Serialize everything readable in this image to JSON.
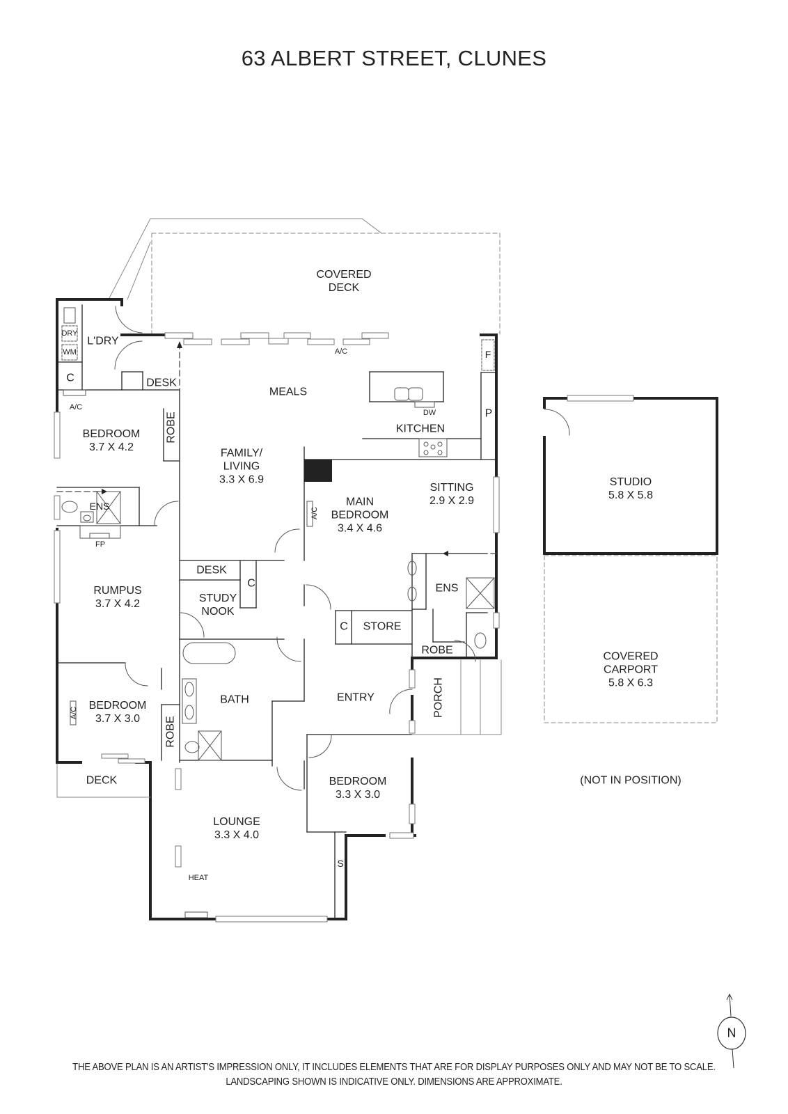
{
  "title": "63 ALBERT STREET, CLUNES",
  "rooms": {
    "covered_deck": {
      "name": "COVERED\nDECK"
    },
    "laundry": {
      "name": "L'DRY",
      "fixtures": [
        "DRY",
        "WM",
        "C"
      ]
    },
    "desk_top": {
      "name": "DESK"
    },
    "meals": {
      "name": "MEALS"
    },
    "kitchen": {
      "name": "KITCHEN",
      "fixtures": [
        "DW",
        "P",
        "F"
      ]
    },
    "ac_top": {
      "name": "A/C"
    },
    "bedroom_nw": {
      "name": "BEDROOM",
      "dims": "3.7 X 4.2"
    },
    "ac_nw": {
      "name": "A/C"
    },
    "robe_nw": {
      "name": "ROBE"
    },
    "family_living": {
      "name": "FAMILY/\nLIVING",
      "dims": "3.3 X 6.9"
    },
    "ens_w": {
      "name": "ENS"
    },
    "fp": {
      "name": "FP"
    },
    "main_bedroom": {
      "name": "MAIN\nBEDROOM",
      "dims": "3.4 X 4.6"
    },
    "ac_main": {
      "name": "A/C"
    },
    "sitting": {
      "name": "SITTING",
      "dims": "2.9 X 2.9"
    },
    "ens_e": {
      "name": "ENS"
    },
    "rumpus": {
      "name": "RUMPUS",
      "dims": "3.7 X 4.2"
    },
    "desk_mid": {
      "name": "DESK"
    },
    "c_mid": {
      "name": "C"
    },
    "study_nook": {
      "name": "STUDY\nNOOK"
    },
    "c_store": {
      "name": "C"
    },
    "store": {
      "name": "STORE"
    },
    "robe_e": {
      "name": "ROBE"
    },
    "bath": {
      "name": "BATH"
    },
    "entry": {
      "name": "ENTRY"
    },
    "porch": {
      "name": "PORCH"
    },
    "bedroom_sw": {
      "name": "BEDROOM",
      "dims": "3.7 X 3.0"
    },
    "ac_sw": {
      "name": "A/C"
    },
    "robe_sw": {
      "name": "ROBE"
    },
    "deck": {
      "name": "DECK"
    },
    "bedroom_s": {
      "name": "BEDROOM",
      "dims": "3.3 X 3.0"
    },
    "lounge": {
      "name": "LOUNGE",
      "dims": "3.3 X 4.0"
    },
    "heat": {
      "name": "HEAT"
    },
    "s": {
      "name": "S"
    },
    "studio": {
      "name": "STUDIO",
      "dims": "5.8 X 5.8"
    },
    "carport": {
      "name": "COVERED\nCARPORT",
      "dims": "5.8 X 6.3"
    }
  },
  "outbuilding_note": "(NOT IN POSITION)",
  "compass": {
    "label": "N"
  },
  "disclaimer": {
    "line1": "THE ABOVE PLAN IS AN ARTIST'S IMPRESSION ONLY, IT INCLUDES ELEMENTS THAT ARE FOR DISPLAY PURPOSES ONLY AND MAY NOT BE TO SCALE.",
    "line2": "LANDSCAPING SHOWN IS INDICATIVE ONLY. DIMENSIONS ARE APPROXIMATE."
  }
}
